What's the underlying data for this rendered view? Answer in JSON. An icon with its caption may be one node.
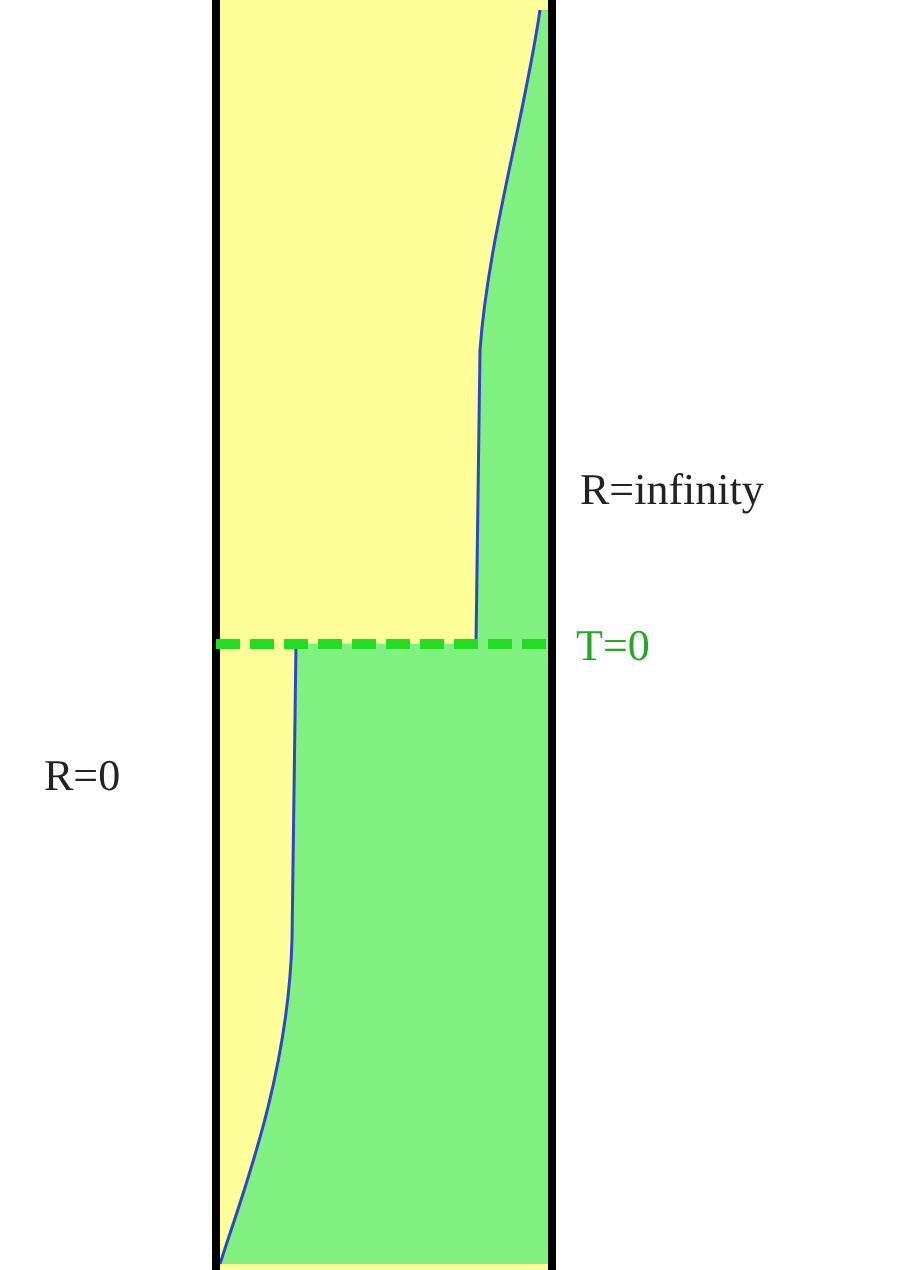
{
  "diagram": {
    "labels": [
      "R=infinity",
      "T=0",
      "R=0"
    ]
  }
}
